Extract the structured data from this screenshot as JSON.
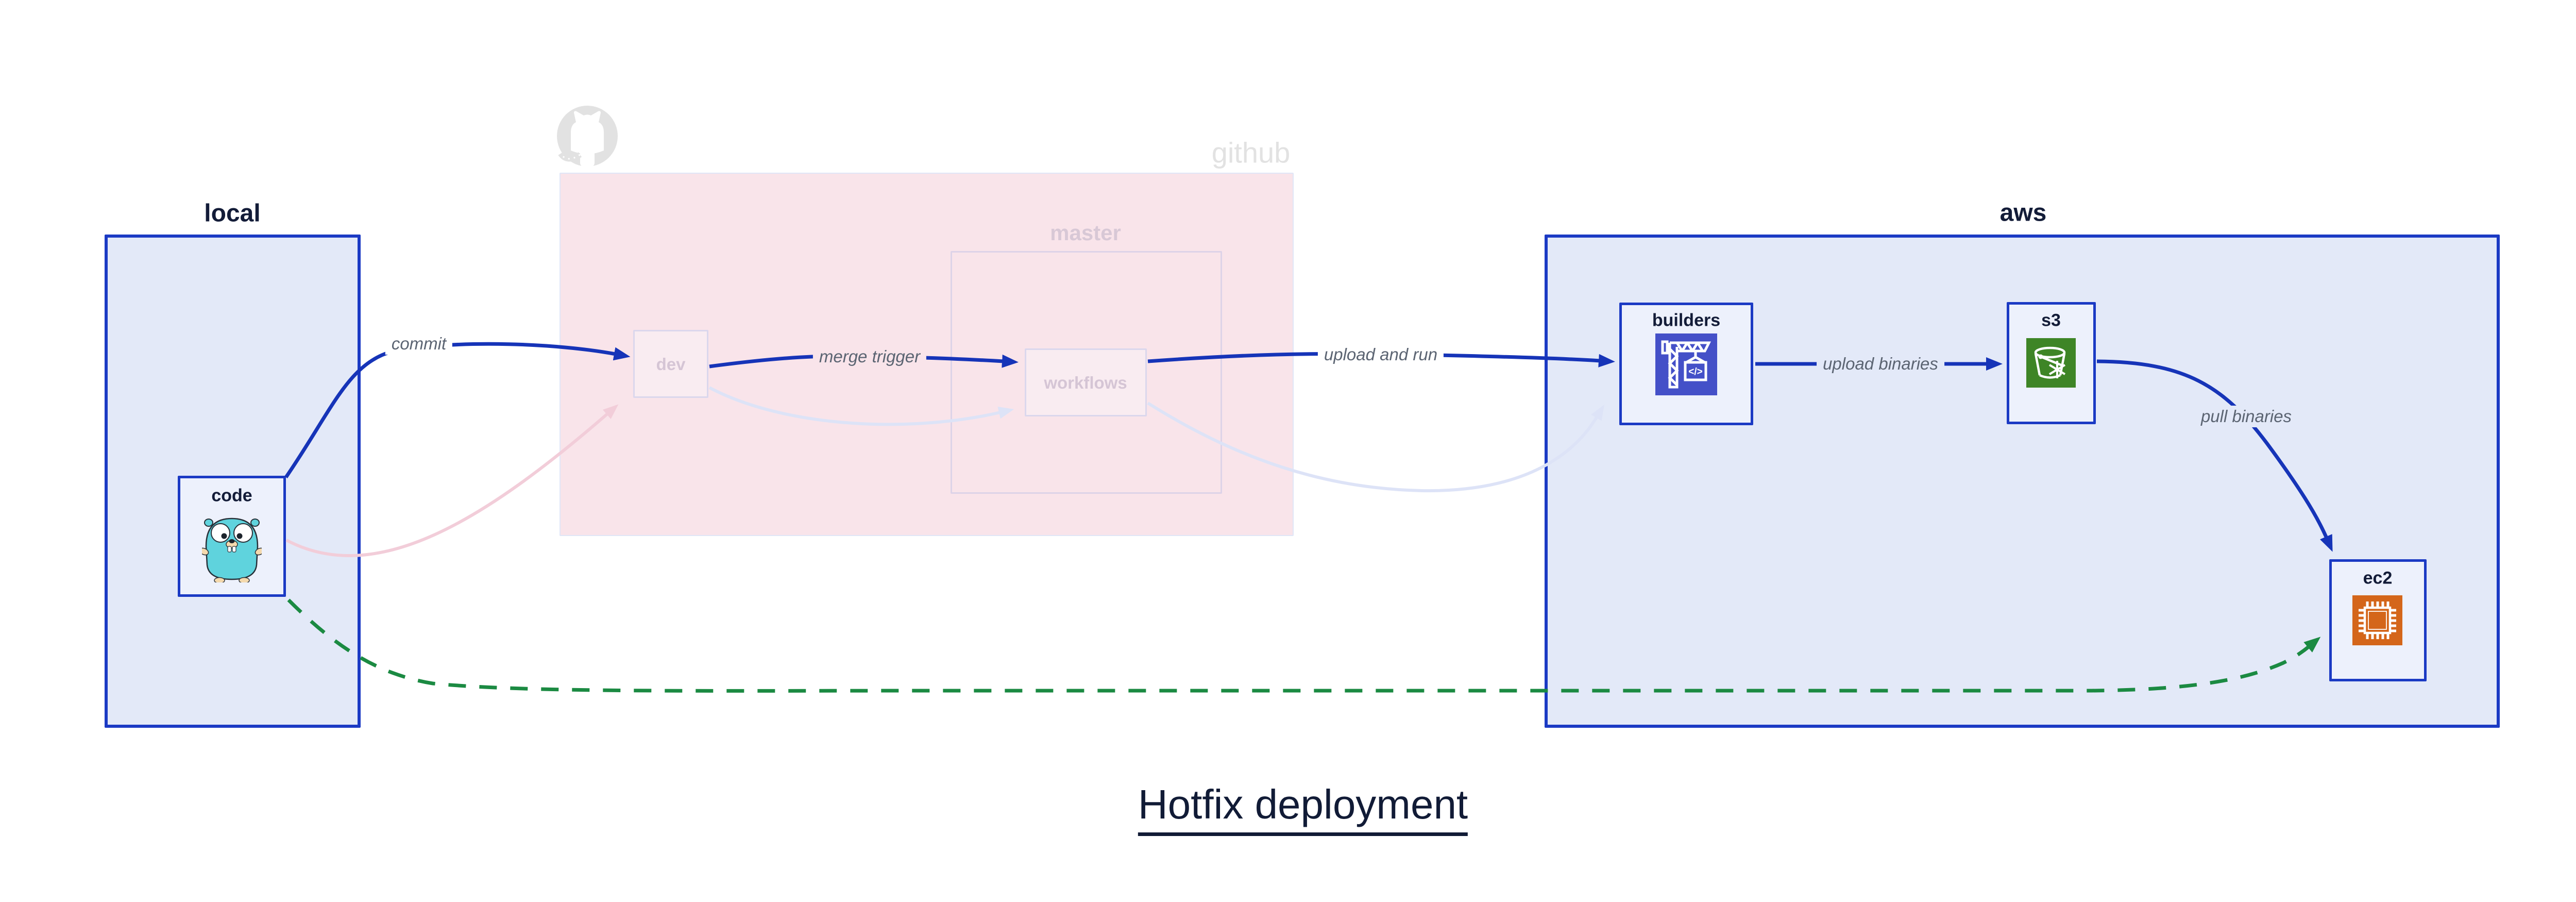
{
  "diagram_title": "Hotfix deployment",
  "containers": {
    "local": {
      "label": "local"
    },
    "github": {
      "label": "github",
      "master_label": "master"
    },
    "aws": {
      "label": "aws"
    }
  },
  "nodes": {
    "code": {
      "label": "code",
      "icon": "gopher-icon"
    },
    "dev": {
      "label": "dev"
    },
    "workflows": {
      "label": "workflows"
    },
    "builders": {
      "label": "builders",
      "icon": "codebuild-crane-icon",
      "icon_text": "</>"
    },
    "s3": {
      "label": "s3",
      "icon": "s3-bucket-icon"
    },
    "ec2": {
      "label": "ec2",
      "icon": "ec2-chip-icon"
    }
  },
  "edges": {
    "commit": {
      "label": "commit"
    },
    "merge_trigger": {
      "label": "merge trigger"
    },
    "upload_and_run": {
      "label": "upload and run"
    },
    "upload_binaries": {
      "label": "upload binaries"
    },
    "pull_binaries": {
      "label": "pull binaries"
    },
    "hotfix_direct": {
      "label": ""
    }
  },
  "colors": {
    "arrow_blue": "#1634b8",
    "border_blue": "#1b3ac4",
    "container_blue_bg": "#e3e9f8",
    "node_blue_bg": "#edf1fc",
    "github_pink_bg": "#f9e4ea",
    "faded_pink_arrow": "#f2cdd9",
    "faded_lavender_arrow": "#dde3f7",
    "green_dashed": "#1b8a42",
    "codebuild_indigo": "#4450c8",
    "s3_green": "#3e8526",
    "ec2_orange": "#d4661a",
    "edge_label_gray": "#5b6472",
    "ghost_text": "#d8c8d6",
    "github_watermark": "#e2e2e2",
    "title_navy": "#111b36"
  }
}
